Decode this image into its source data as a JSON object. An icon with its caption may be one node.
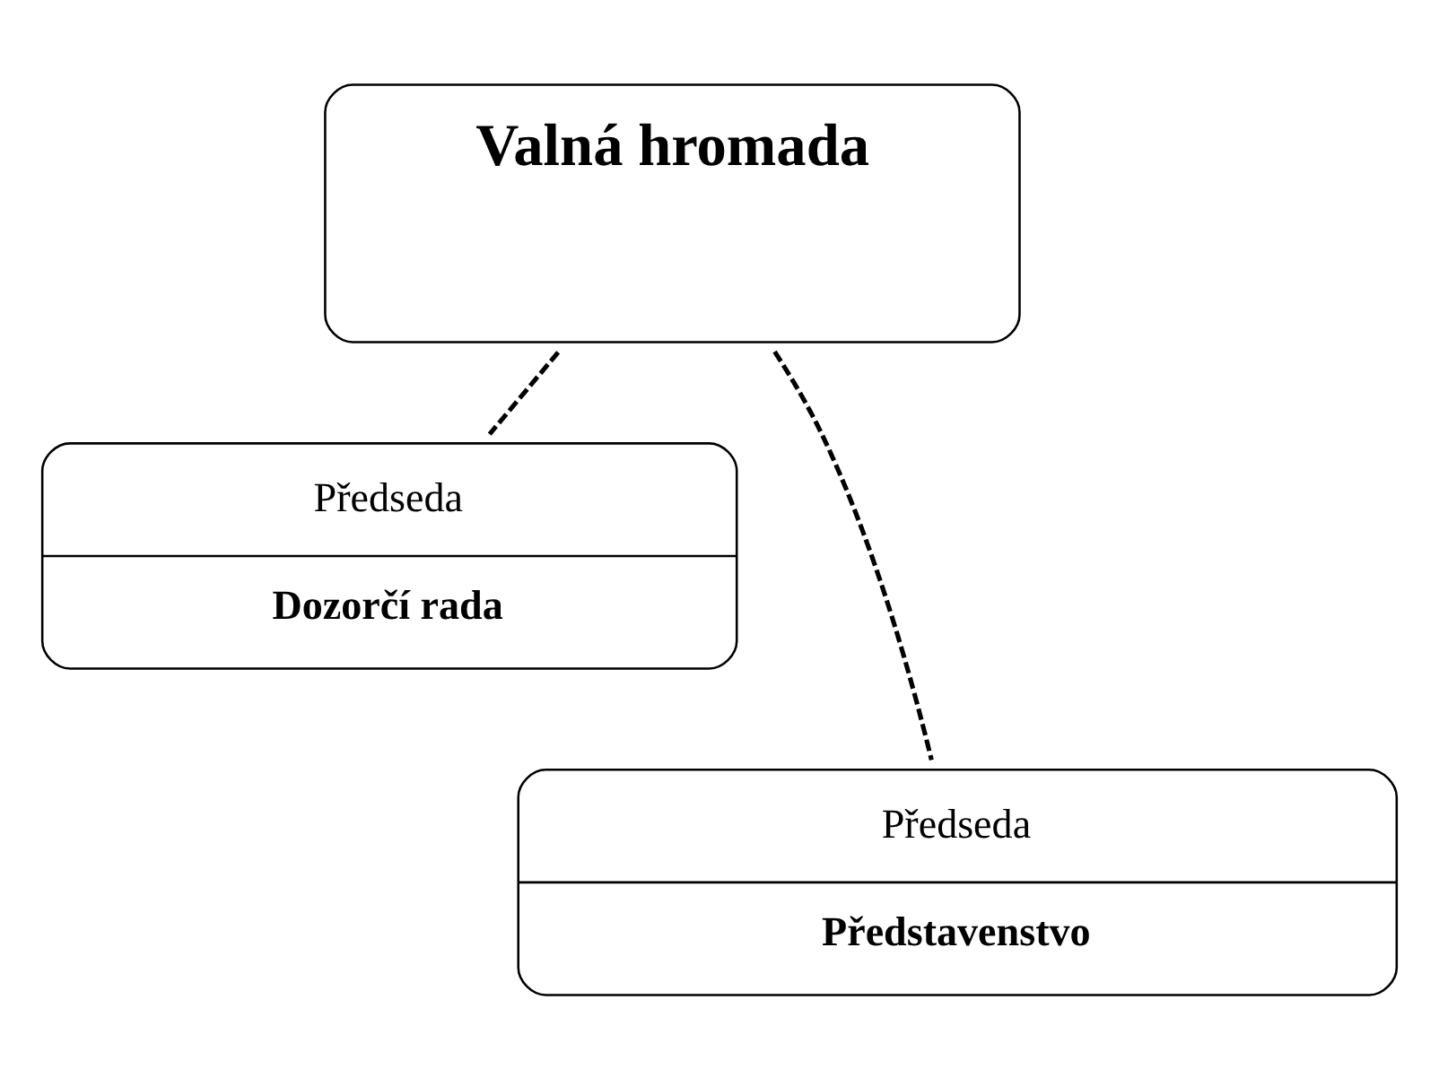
{
  "diagram": {
    "nodes": [
      {
        "text": [
          "Valná hromada"
        ]
      },
      {
        "text": [
          "Předseda",
          "Dozorčí rada"
        ]
      },
      {
        "text": [
          "Předseda",
          "Představenstvo"
        ]
      }
    ],
    "edges": [
      {
        "from": 0,
        "to": 2,
        "arrow": "none",
        "style": "dashed"
      },
      {
        "from": 0,
        "to": 1,
        "arrow": "none",
        "style": "dashed"
      }
    ]
  }
}
